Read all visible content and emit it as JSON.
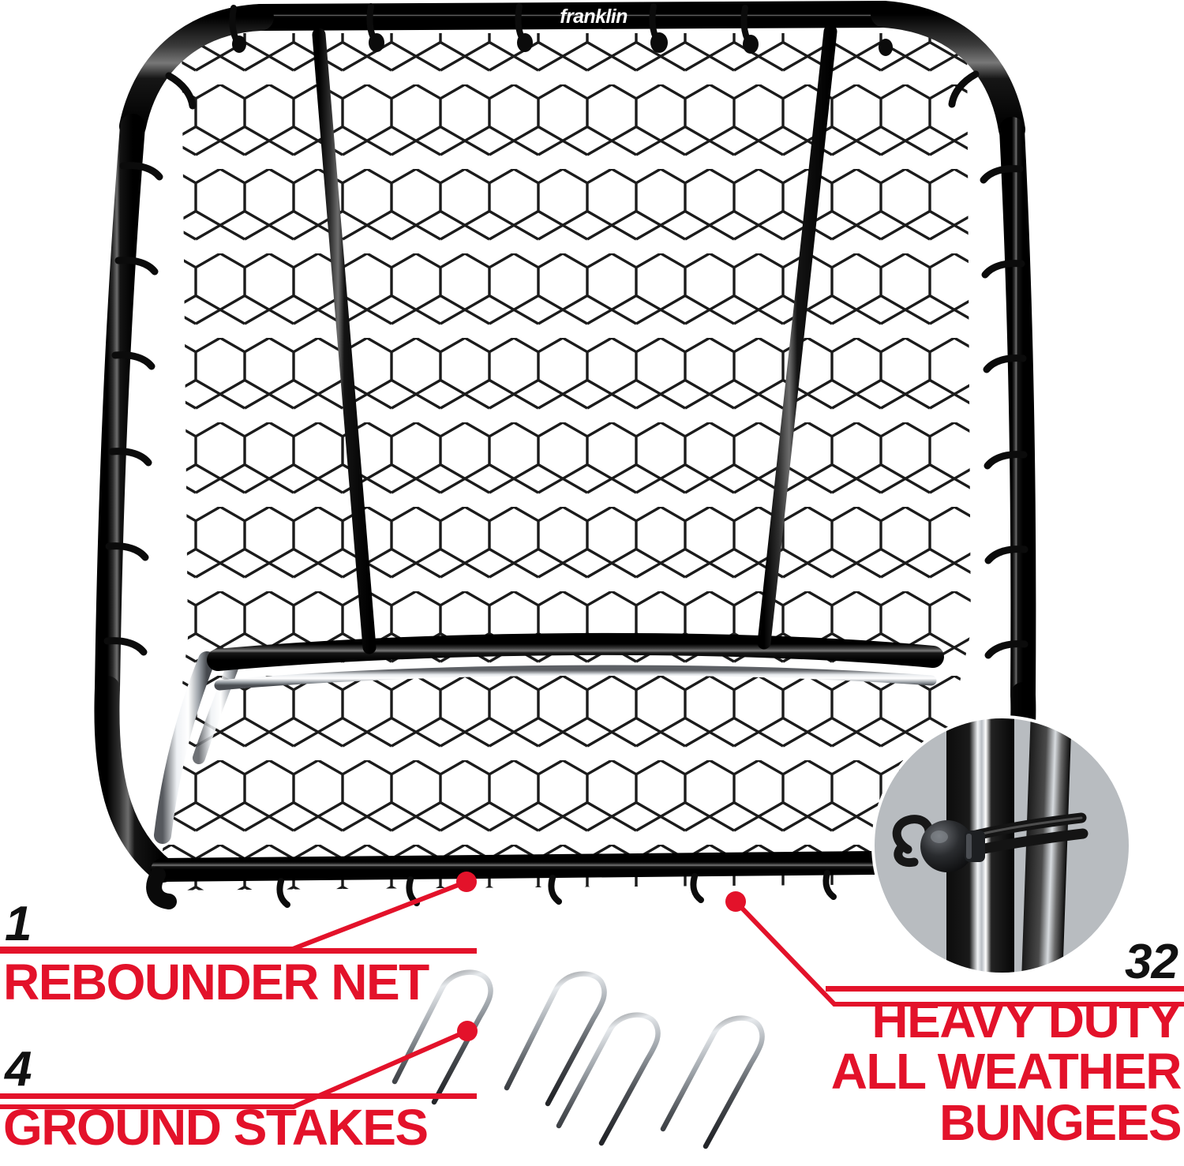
{
  "product": {
    "brand_logo_text": "franklin",
    "type": "sports-rebounder-infographic",
    "background_color": "#ffffff"
  },
  "colors": {
    "accent_red": "#E3122A",
    "frame_black": "#111111",
    "number_black": "#111111",
    "chrome_gray": "#b9bcc0",
    "detail_circle_bg": "#b8bcc0"
  },
  "callouts": [
    {
      "id": "rebounder-net",
      "number": "1",
      "label": "REBOUNDER NET",
      "position": "left"
    },
    {
      "id": "ground-stakes",
      "number": "4",
      "label": "GROUND STAKES",
      "position": "left"
    },
    {
      "id": "heavy-duty-bungees",
      "number": "32",
      "label": "HEAVY DUTY\nALL WEATHER\nBUNGEES",
      "position": "right"
    }
  ],
  "annotations": {
    "stake_count": 4,
    "bungee_count": 32,
    "net_count": 1
  },
  "icons": {
    "stake": "ground-stake-icon",
    "bungee": "bungee-cord-icon",
    "net": "hex-net-icon"
  }
}
